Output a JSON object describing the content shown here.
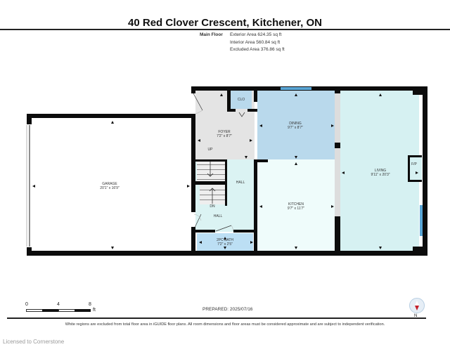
{
  "header": {
    "title": "40 Red Clover Crescent, Kitchener, ON"
  },
  "areas": {
    "floor_label": "Main Floor",
    "exterior": "Exterior Area 624.35 sq ft",
    "interior": "Interior Area 560.84 sq ft",
    "excluded": "Excluded Area 376.86 sq ft"
  },
  "rooms": {
    "garage": {
      "name": "GARAGE",
      "dims": "20'1\" x 16'9\""
    },
    "foyer": {
      "name": "FOYER",
      "dims": "7'2\" x 8'7\""
    },
    "closet": {
      "name": "CLO"
    },
    "dining": {
      "name": "DINING",
      "dims": "9'7\" x 8'7\""
    },
    "kitchen": {
      "name": "KITCHEN",
      "dims": "9'7\" x 11'7\""
    },
    "living": {
      "name": "LIVING",
      "dims": "9'11\" x 20'3\""
    },
    "fireplace": {
      "name": "F/P"
    },
    "hall_upper": {
      "name": "HALL"
    },
    "hall_lower": {
      "name": "HALL"
    },
    "bath": {
      "name": "2PC BATH",
      "dims": "7'2\" x 2'5\""
    },
    "stairs_up": "UP",
    "stairs_down": "DN"
  },
  "scale": {
    "ticks": [
      "0",
      "4",
      "8"
    ],
    "unit": "ft"
  },
  "prepared": "PREPARED: 2025/07/16",
  "compass": {
    "label": "N"
  },
  "footnote": "White regions are excluded from total floor area in iGUIDE floor plans. All room dimensions and floor areas must be considered approximate and are subject to independent verification.",
  "license": "Licensed to Cornerstone",
  "colors": {
    "wall": "#0c0c0c",
    "dining": "#b9d9ec",
    "kitchen": "#effcfb",
    "living": "#d6f1f2",
    "hall": "#dbf3f3",
    "bath": "#bcdff4",
    "foyer": "#e4e4e4",
    "window": "#5aa6d6",
    "compass_red": "#c3202b"
  }
}
